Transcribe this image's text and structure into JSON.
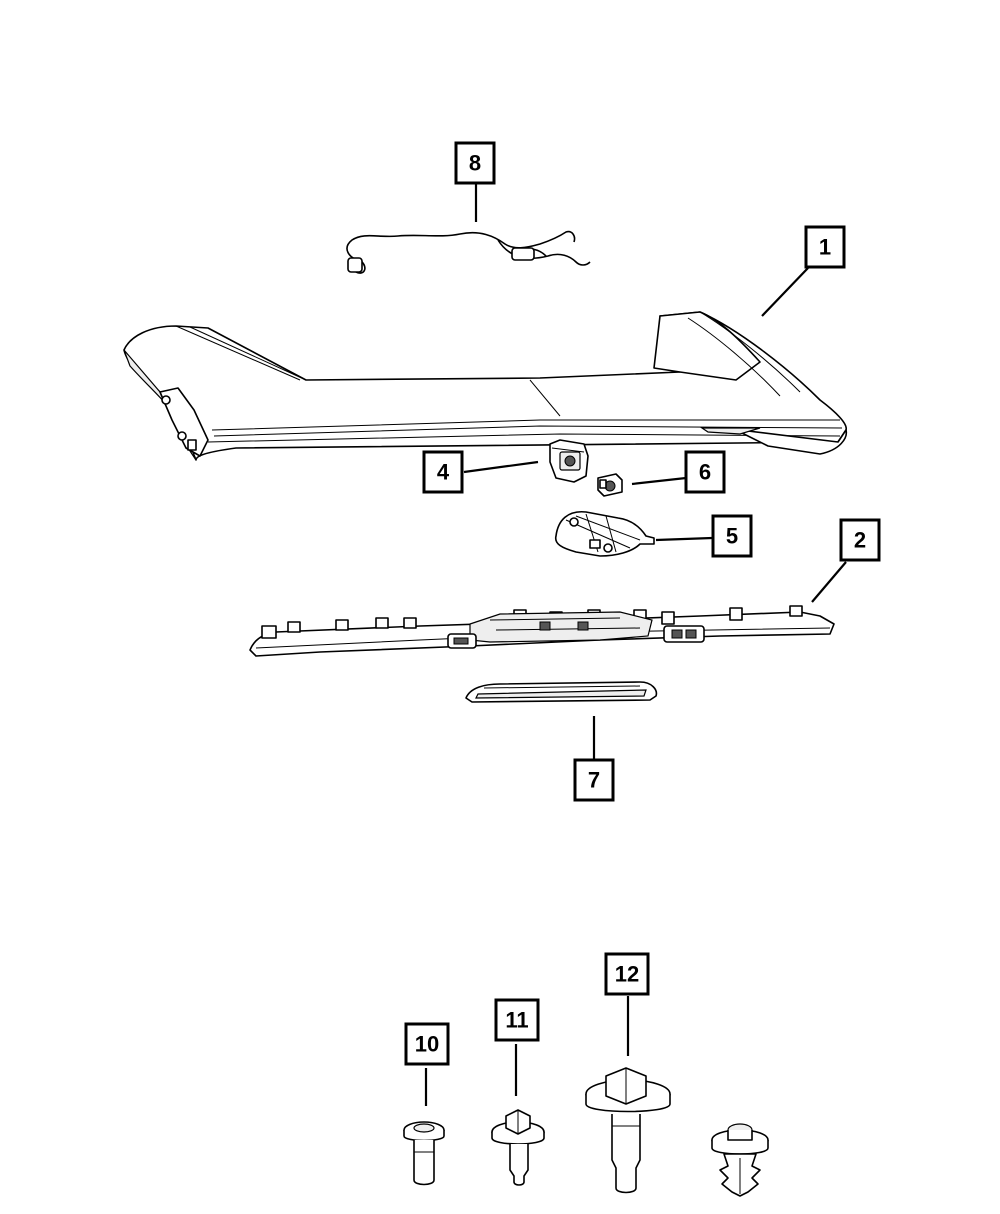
{
  "diagram": {
    "callouts": [
      {
        "id": "c8",
        "label": "8"
      },
      {
        "id": "c1",
        "label": "1"
      },
      {
        "id": "c4",
        "label": "4"
      },
      {
        "id": "c6",
        "label": "6"
      },
      {
        "id": "c5",
        "label": "5"
      },
      {
        "id": "c2",
        "label": "2"
      },
      {
        "id": "c7",
        "label": "7"
      },
      {
        "id": "c10",
        "label": "10"
      },
      {
        "id": "c11",
        "label": "11"
      },
      {
        "id": "c12",
        "label": "12"
      }
    ],
    "colors": {
      "line": "#000000",
      "fill": "#ffffff",
      "shade": "#eeeeee"
    }
  }
}
